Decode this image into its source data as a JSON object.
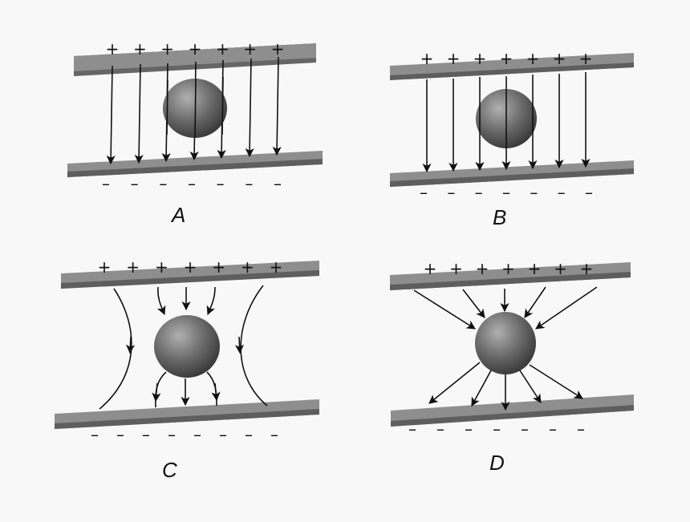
{
  "panels": [
    {
      "label": "A",
      "plus_sign": "+",
      "minus_sign": "–",
      "field": "uniform-lines-pass-through-sphere"
    },
    {
      "label": "B",
      "plus_sign": "+",
      "minus_sign": "–",
      "field": "uniform-lines-pass-through-sphere"
    },
    {
      "label": "C",
      "plus_sign": "+",
      "minus_sign": "–",
      "field": "lines-bend-around-sphere"
    },
    {
      "label": "D",
      "plus_sign": "+",
      "minus_sign": "–",
      "field": "lines-converge-on-and-diverge-from-sphere"
    }
  ],
  "colors": {
    "background": "#f8f8f8",
    "plate_top": "#8e8e8e",
    "plate_edge": "#5e5e5e",
    "sphere_light": "#a8a8a8",
    "sphere_dark": "#3c3c3c",
    "line": "#111111"
  }
}
